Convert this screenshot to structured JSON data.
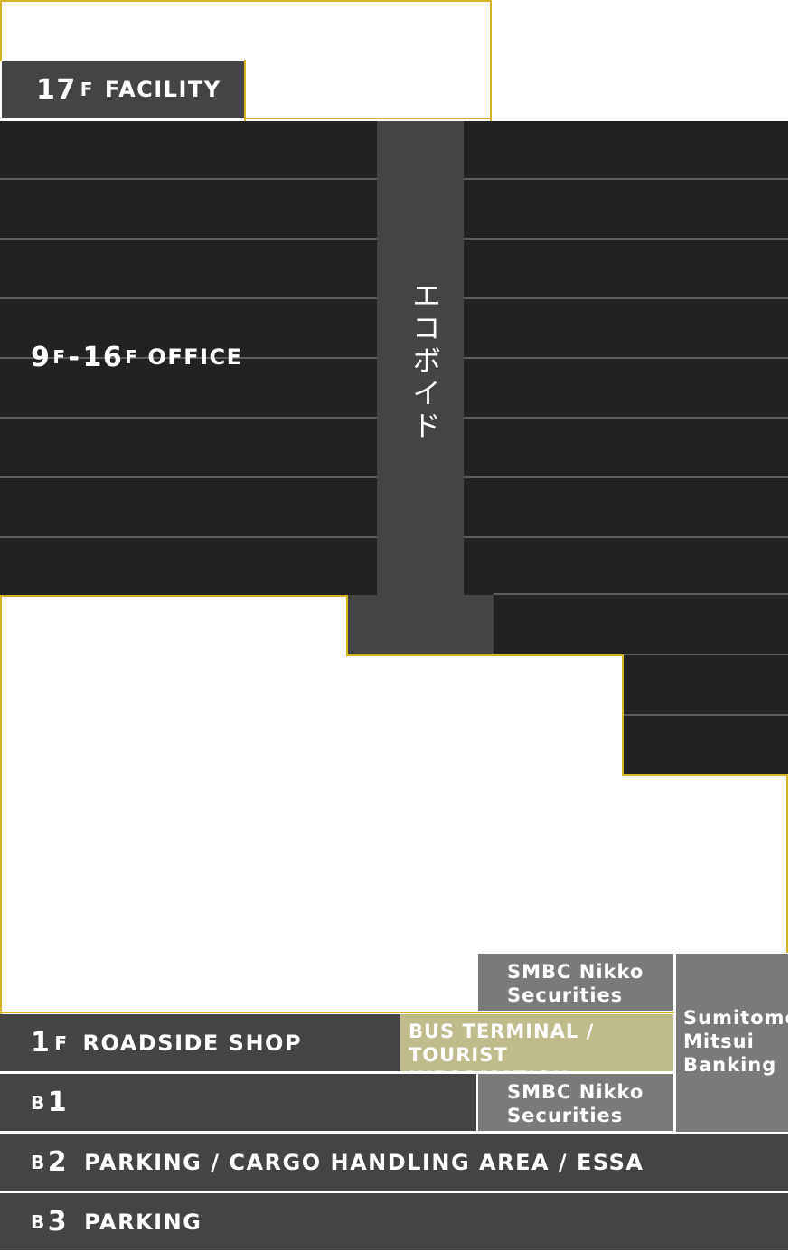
{
  "floors": {
    "f17": {
      "num": "17",
      "unit": "F",
      "name": "FACILITY"
    },
    "office": {
      "range": "9F-16F",
      "num_from": "9",
      "unit_from": "F",
      "sep": "-",
      "num_to": "16",
      "unit_to": "F",
      "name": "OFFICE"
    },
    "ecovoid": {
      "label": "エコボイド"
    },
    "f1": {
      "num": "1",
      "unit": "F",
      "name": "ROADSIDE SHOP"
    },
    "b1": {
      "prefix": "B",
      "num": "1"
    },
    "b2": {
      "prefix": "B",
      "num": "2",
      "name": "PARKING / CARGO HANDLING AREA / ESSA"
    },
    "b3": {
      "prefix": "B",
      "num": "3",
      "name": "PARKING"
    }
  },
  "tenants": {
    "bus_terminal": {
      "line1": "BUS TERMINAL /",
      "line2": "TOURIST INFORMATION"
    },
    "smbc_nikko_upper": {
      "line1": "SMBC Nikko",
      "line2": "Securities"
    },
    "smbc_nikko_lower": {
      "line1": "SMBC Nikko",
      "line2": "Securities"
    },
    "smbc_bank": {
      "line1": "Sumitomo",
      "line2": "Mitsui",
      "line3": "Banking"
    }
  },
  "colors": {
    "office_dark": "#222222",
    "floor_mid": "#444444",
    "tenant_grey": "#7a7a7a",
    "bus_terminal_tan": "#c0bb8b",
    "outline_yellow": "#d4b51d"
  }
}
